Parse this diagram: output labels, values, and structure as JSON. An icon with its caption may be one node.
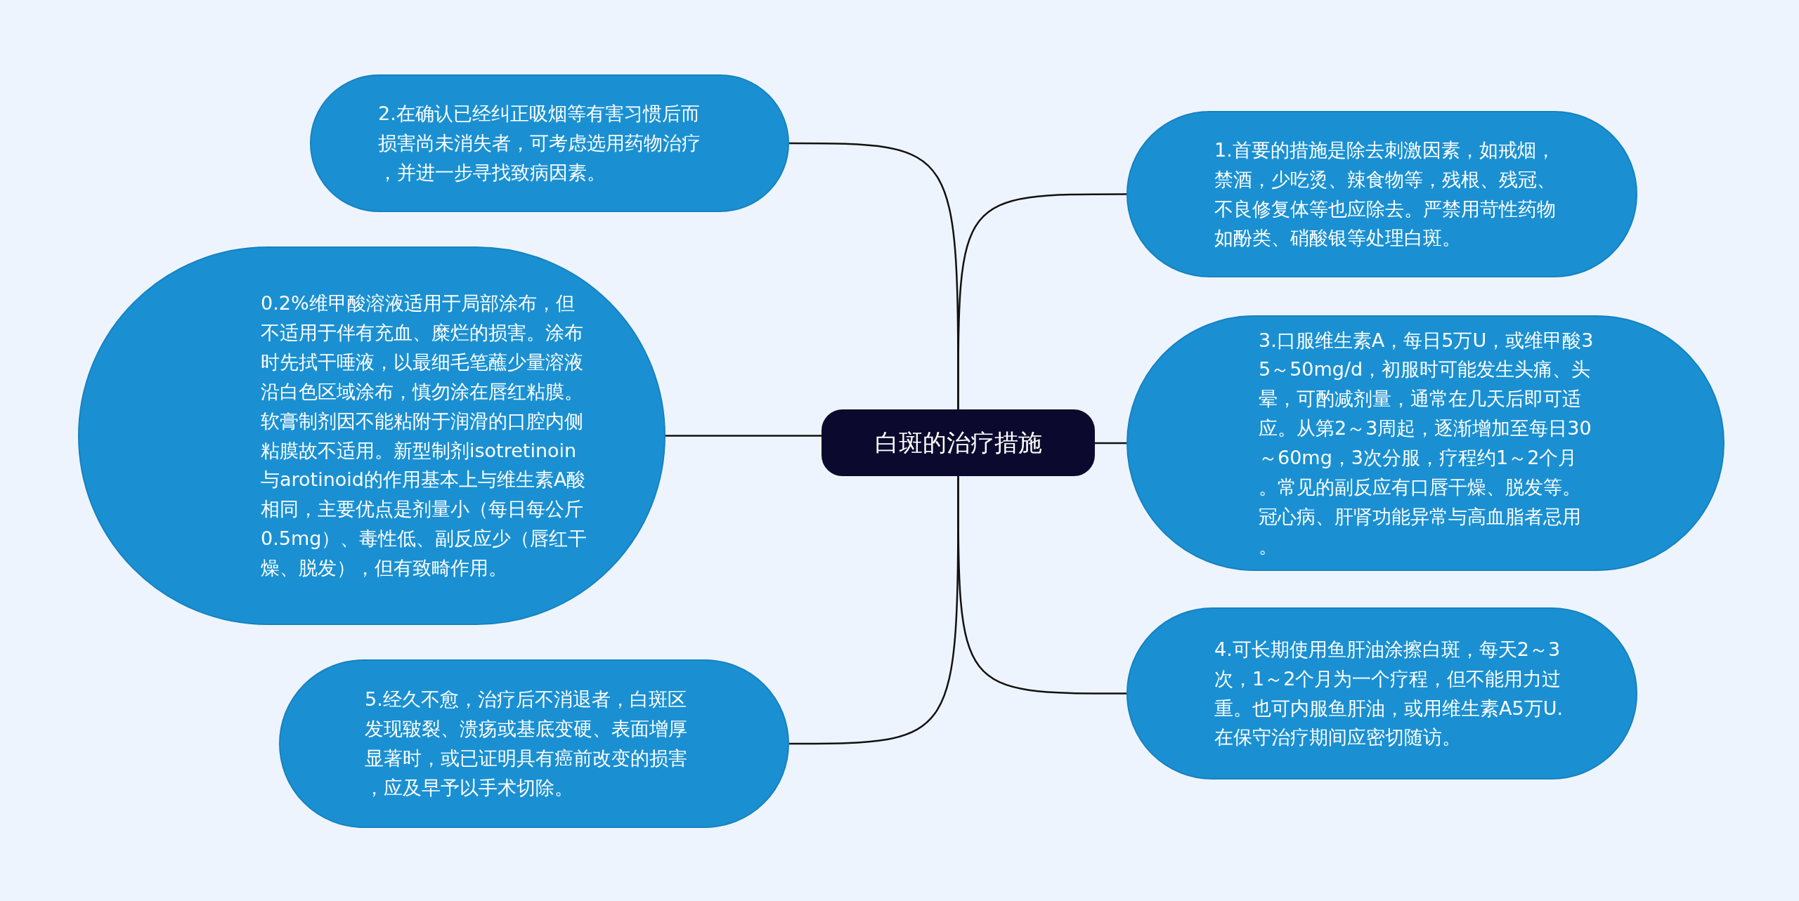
{
  "diagram": {
    "nodes": [
      {
        "text": [
          "白斑的治疗措施"
        ]
      },
      {
        "text": [
          "1.首要的措施是除去刺激因素，如戒烟，禁酒，少吃烫、辣食物等，残根、残冠、不良修复体等也应除去。严禁用苛性药物如酚类、硝酸银等处理白斑。"
        ]
      },
      {
        "text": [
          "2.在确认已经纠正吸烟等有害习惯后而损害尚未消失者，可考虑选用药物治疗，并进一步寻找致病因素。"
        ]
      },
      {
        "text": [
          "3.口服维生素A，每日5万U，或维甲酸35～50mg/d，初服时可能发生头痛、头晕，可酌减剂量，通常在几天后即可适应。从第2～3周起，逐渐增加至每日30～60mg，3次分服，疗程约1～2个月。常见的副反应有口唇干燥、脱发等。冠心病、肝肾功能异常与高血脂者忌用。"
        ]
      },
      {
        "text": [
          "0.2%维甲酸溶液适用于局部涂布，但不适用于伴有充血、糜烂的损害。涂布时先拭干唾液，以最细毛笔蘸少量溶液沿白色区域涂布，慎勿涂在唇红粘膜。软膏制剂因不能粘附于润滑的口腔内侧粘膜故不适用。新型制剂isotretinoin与arotinoid的作用基本上与维生素A酸相同，主要优点是剂量小（每日每公斤0.5mg）、毒性低、副反应少（唇红干燥、脱发），但有致畸作用。"
        ]
      },
      {
        "text": [
          "4.可长期使用鱼肝油涂擦白斑，每天2～3次，1～2个月为一个疗程，但不能用力过重。也可内服鱼肝油，或用维生素A5万U.在保守治疗期间应密切随访。"
        ]
      },
      {
        "text": [
          "5.经久不愈，治疗后不消退者，白斑区发现皲裂、溃疡或基底变硬、表面增厚显著时，或已证明具有癌前改变的损害，应及早予以手术切除。"
        ]
      }
    ],
    "edges": [
      {
        "from": 0,
        "to": 1,
        "arrow": "none"
      },
      {
        "from": 0,
        "to": 2,
        "arrow": "none"
      },
      {
        "from": 0,
        "to": 3,
        "arrow": "none"
      },
      {
        "from": 0,
        "to": 4,
        "arrow": "none"
      },
      {
        "from": 0,
        "to": 5,
        "arrow": "none"
      },
      {
        "from": 0,
        "to": 6,
        "arrow": "none"
      }
    ]
  }
}
